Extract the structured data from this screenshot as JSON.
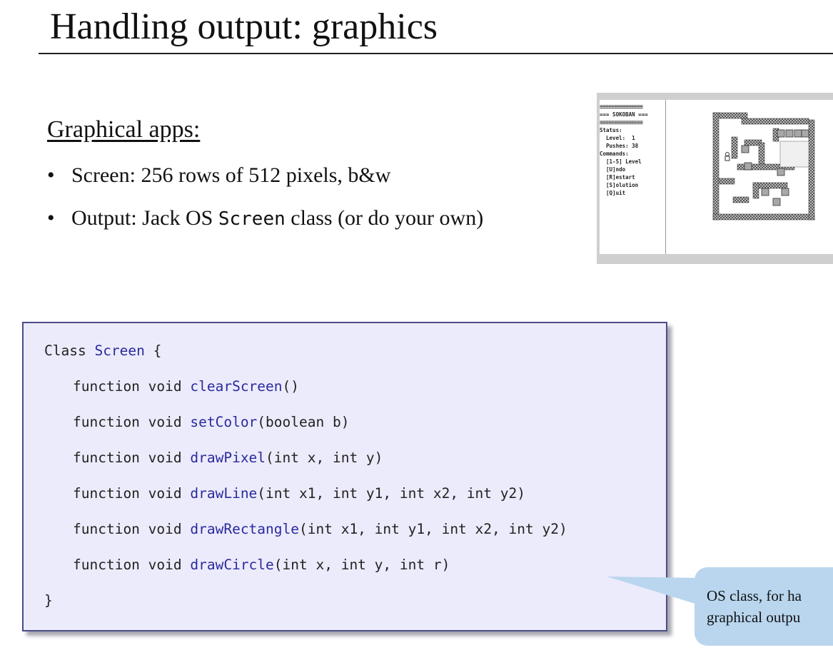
{
  "slide": {
    "title": "Handling output: graphics",
    "subtitle": "Graphical apps:",
    "bullet_dot": "•",
    "bullets": [
      {
        "text": "Screen: 256 rows of 512 pixels, b&w"
      },
      {
        "pre": "Output: Jack OS ",
        "code": "Screen",
        "post": " class (or do your own)"
      }
    ]
  },
  "game_panel": {
    "banner": "=== SOKOBAN ===",
    "lines": [
      "Status:",
      "  Level:  1",
      "  Pushes: 38",
      "Commands:",
      "  [1-5] Level",
      "  [U]ndo",
      "  [R]estart",
      "  [S]olution",
      "  [Q]uit"
    ]
  },
  "code": {
    "l0_kw": "Class ",
    "l0_name": "Screen",
    "l0_rest": " {",
    "prefix": "function void ",
    "methods": [
      {
        "name": "clearScreen",
        "args": "()"
      },
      {
        "name": "setColor",
        "args": "(boolean b)"
      },
      {
        "name": "drawPixel",
        "args": "(int x, int y)"
      },
      {
        "name": "drawLine",
        "args": "(int x1, int y1, int x2, int y2)"
      },
      {
        "name": "drawRectangle",
        "args": "(int x1, int y1, int x2, int y2)"
      },
      {
        "name": "drawCircle",
        "args": "(int x, int y, int r)"
      }
    ],
    "close": "}"
  },
  "callout": {
    "line1": "OS class, for ha",
    "line2": "graphical outpu"
  },
  "colors": {
    "code_bg": "#ecebfb",
    "code_border": "#4a4d86",
    "method_name": "#2a2a9e",
    "callout_bg": "#b9d6ee"
  }
}
